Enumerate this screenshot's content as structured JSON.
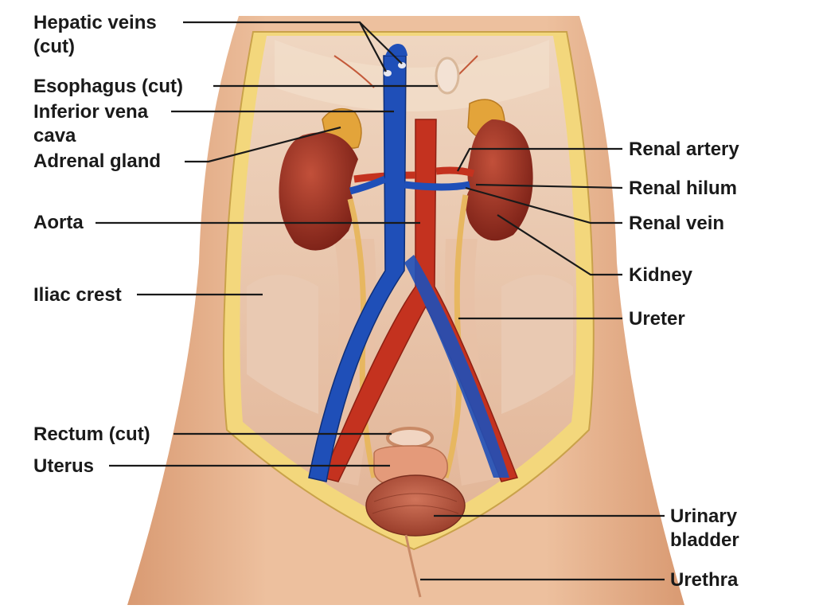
{
  "labels": {
    "hepatic_veins": "Hepatic veins",
    "hepatic_veins_cut": "(cut)",
    "esophagus": "Esophagus (cut)",
    "inferior_vena_cava_1": "Inferior vena",
    "inferior_vena_cava_2": "cava",
    "adrenal_gland": "Adrenal gland",
    "aorta": "Aorta",
    "iliac_crest": "Iliac crest",
    "rectum": "Rectum (cut)",
    "uterus": "Uterus",
    "renal_artery": "Renal artery",
    "renal_hilum": "Renal hilum",
    "renal_vein": "Renal vein",
    "kidney": "Kidney",
    "ureter": "Ureter",
    "urinary_bladder_1": "Urinary",
    "urinary_bladder_2": "bladder",
    "urethra": "Urethra"
  },
  "colors": {
    "skin": "#e8b48e",
    "skin_shadow": "#c98a66",
    "fat_layer": "#f3d77c",
    "cavity_wall": "#ecd0b8",
    "muscle": "#e4b79b",
    "vein": "#1f4fb8",
    "artery": "#c4321f",
    "kidney": "#8e2a1d",
    "adrenal": "#e3a43a",
    "ureter": "#e7b760",
    "bladder": "#b8533c",
    "uterus": "#e49a7a",
    "leader_line": "#1a1a1a"
  }
}
